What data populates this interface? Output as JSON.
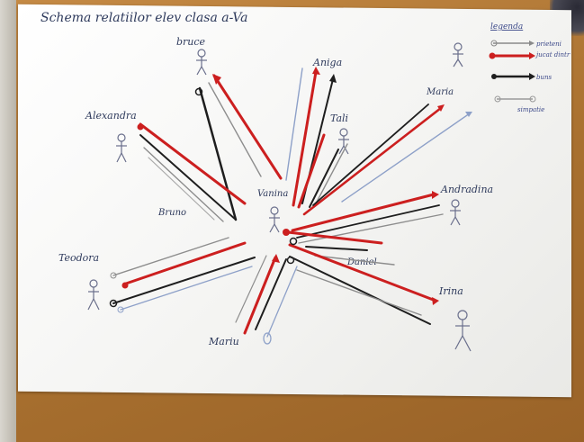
{
  "title": "Schema relatiilor elev clasa a-Va",
  "legend": {
    "heading": "legenda",
    "items": [
      {
        "label": "prieteni",
        "color": "#8a8a8a"
      },
      {
        "label": "jucat dintr",
        "color": "#cc1f1f"
      },
      {
        "label": "buns",
        "color": "#1e1e1e"
      },
      {
        "label": "simpatie",
        "color": "#9a9a9a"
      }
    ]
  },
  "names": {
    "bruce": "bruce",
    "aniga": "Aniga",
    "tali": "Tali",
    "maria": "Maria",
    "alexandra": "Alexandra",
    "center": "Vanina",
    "bruno": "Bruno",
    "andra": "Andradina",
    "teodora": "Teodora",
    "daniel": "Daniel",
    "irina": "Irina",
    "mariu": "Mariu"
  },
  "colors": {
    "red": "#cc1f1f",
    "black": "#1e1e1e",
    "grey": "#8d8d8d",
    "blue": "#7d8fb8",
    "ink": "#2e3a5c"
  }
}
